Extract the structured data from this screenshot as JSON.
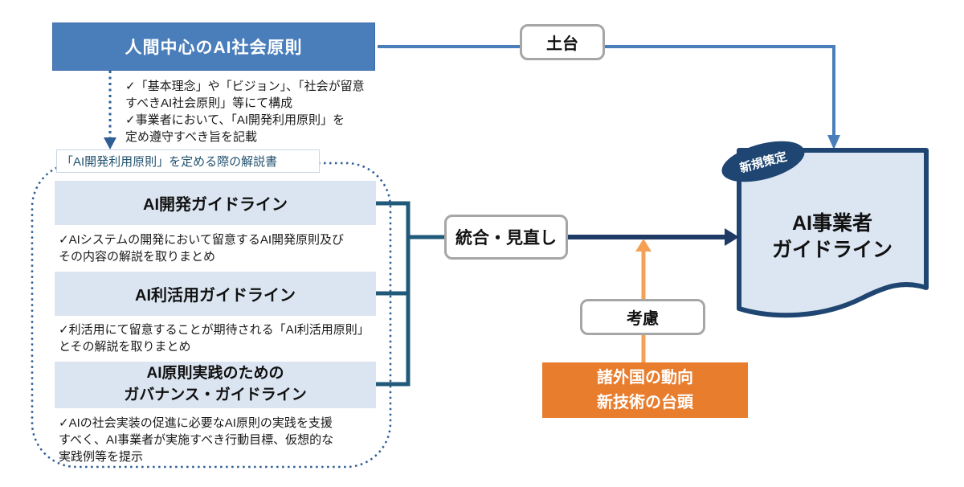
{
  "principles": {
    "label": "人間中心のAI社会原則",
    "notes": "✓「基本理念」や「ビジョン」、「社会が留意\n すべきAI社会原則」等にて構成\n✓事業者において、「AI開発利用原則」を\n 定め遵守すべき旨を記載"
  },
  "explainer_label": "「AI開発利用原則」を定める際の解説書",
  "guidelines": [
    {
      "title": "AI開発ガイドライン",
      "note": "✓AIシステムの開発において留意するAI開発原則及び\n その内容の解説を取りまとめ"
    },
    {
      "title": "AI利活用ガイドライン",
      "note": "✓利活用にて留意することが期待される「AI利活用原則」\n とその解説を取りまとめ"
    },
    {
      "title": "AI原則実践のための\nガバナンス・ガイドライン",
      "note": "✓AIの社会実装の促進に必要なAI原則の実践を支援\n すべく、AI事業者が実施すべき行動目標、仮想的な\n 実践例等を提示"
    }
  ],
  "labels": {
    "foundation": "土台",
    "integration": "統合・見直し",
    "consideration": "考慮"
  },
  "external_factors": "諸外国の動向\n新技術の台頭",
  "result": {
    "badge": "新規策定",
    "title": "AI事業者\nガイドライン"
  },
  "colors": {
    "accent_blue": "#4a7ebb",
    "light_blue_fill": "#dbe5f1",
    "doc_fill": "#dce6f2",
    "navy": "#1f4572",
    "arrow_navy": "#203a66",
    "bracket_slate": "#21597a",
    "dotted_blue": "#2e5e95",
    "orange": "#e87d2e",
    "orange_arrow": "#f4a155",
    "gray_border": "#a6a6a6"
  }
}
